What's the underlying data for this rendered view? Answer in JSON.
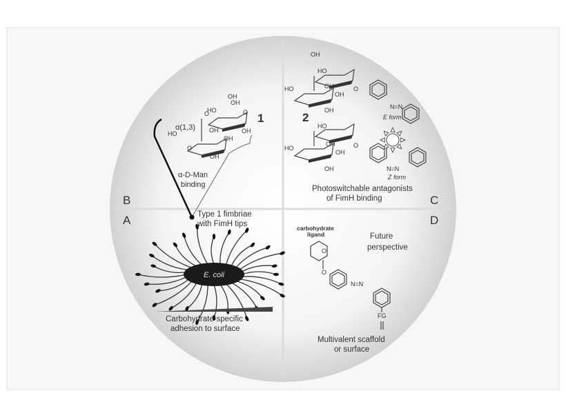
{
  "quadrants": {
    "A": {
      "letter": "A",
      "top_label": "Type 1 fimbriae",
      "top_label2": "with FimH tips",
      "organism": "E. coli",
      "bottom_label": "Carbohydrate-specific",
      "bottom_label2": "adhesion to surface"
    },
    "B": {
      "letter": "B",
      "compound_number": "1",
      "linkage": "α(1,3)",
      "binding_label": "α-D-Man",
      "binding_label2": "binding"
    },
    "C": {
      "letter": "C",
      "compound_number": "2",
      "e_form": "E form",
      "z_form": "Z form",
      "caption": "Photoswitchable antagonists",
      "caption2": "of FimH binding"
    },
    "D": {
      "letter": "D",
      "ligand_label": "carbohydrate",
      "ligand_label2": "ligand",
      "title": "Future",
      "title2": "perspective",
      "fg": "FG",
      "bottom_label": "Multivalent scaffold",
      "bottom_label2": "or surface"
    }
  },
  "chem": {
    "oh": "OH",
    "ho": "HO",
    "o": "O",
    "azo": "N=N"
  },
  "colors": {
    "disc_center": "#ffffff",
    "disc_edge": "#d4d4d4",
    "ink": "#222222"
  }
}
